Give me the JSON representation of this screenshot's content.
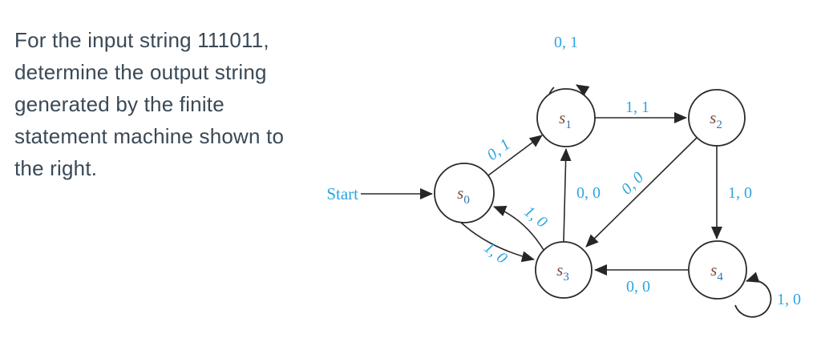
{
  "question": {
    "lines": [
      "For the input string 111011,",
      "determine the output string",
      "generated by the finite",
      "statement machine shown to",
      "the right."
    ]
  },
  "diagram": {
    "start_label": "Start",
    "states": {
      "s0": {
        "letter": "s",
        "sub": "0"
      },
      "s1": {
        "letter": "s",
        "sub": "1"
      },
      "s2": {
        "letter": "s",
        "sub": "2"
      },
      "s3": {
        "letter": "s",
        "sub": "3"
      },
      "s4": {
        "letter": "s",
        "sub": "4"
      }
    },
    "transitions": {
      "s1_self": {
        "from": "s1",
        "to": "s1",
        "label": "0, 1"
      },
      "s0_s1": {
        "from": "s0",
        "to": "s1",
        "label": "0, 1"
      },
      "s1_s2": {
        "from": "s1",
        "to": "s2",
        "label": "1, 1"
      },
      "s2_s3": {
        "from": "s2",
        "to": "s3",
        "label": "0, 0"
      },
      "s2_s4": {
        "from": "s2",
        "to": "s4",
        "label": "1, 0"
      },
      "s3_s1": {
        "from": "s3",
        "to": "s1",
        "label": "0, 0"
      },
      "s3_s0": {
        "from": "s3",
        "to": "s0",
        "label": "1, 0"
      },
      "s0_s3": {
        "from": "s0",
        "to": "s3",
        "label": "1, 0"
      },
      "s4_s3": {
        "from": "s4",
        "to": "s3",
        "label": "0, 0"
      },
      "s4_self": {
        "from": "s4",
        "to": "s4",
        "label": "1, 0"
      }
    },
    "colors": {
      "edge_label_blue": "#2ba5e3",
      "state_letter_maroon": "#7d4a3c",
      "state_subscript_blue": "#2f74b9",
      "line_dark": "#2a2a2a",
      "question_text": "#3a4956"
    }
  }
}
